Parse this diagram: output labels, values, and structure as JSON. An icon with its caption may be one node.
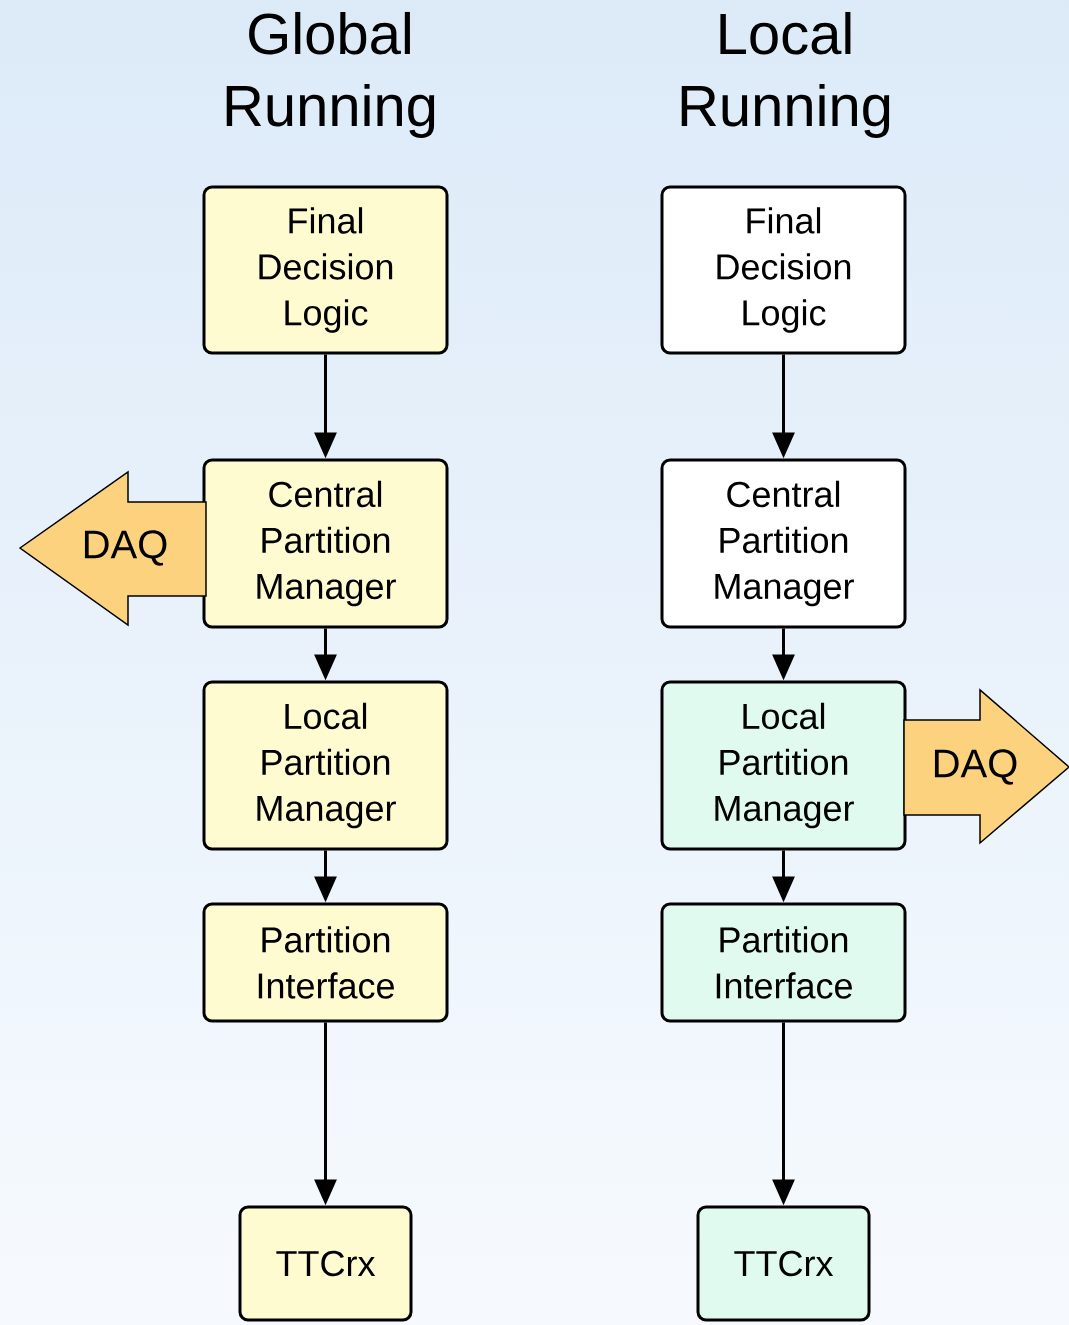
{
  "diagram": {
    "nodes": [
      {
        "text": [
          "Final Decision Logic"
        ]
      },
      {
        "text": [
          "Central Partition Manager"
        ]
      },
      {
        "text": [
          "Local Partition Manager"
        ]
      },
      {
        "text": [
          "Partition Interface"
        ]
      },
      {
        "text": [
          "TTCrx"
        ]
      },
      {
        "text": [
          "DAQ"
        ]
      },
      {
        "text": [
          "Final Decision Logic"
        ]
      },
      {
        "text": [
          "Central Partition Manager"
        ]
      },
      {
        "text": [
          "Local Partition Manager"
        ]
      },
      {
        "text": [
          "Partition Interface"
        ]
      },
      {
        "text": [
          "TTCrx"
        ]
      },
      {
        "text": [
          "DAQ"
        ]
      }
    ],
    "edges": [
      {
        "from": 0,
        "to": 1,
        "arrow": "to"
      },
      {
        "from": 1,
        "to": 2,
        "arrow": "to"
      },
      {
        "from": 2,
        "to": 3,
        "arrow": "to"
      },
      {
        "from": 3,
        "to": 4,
        "arrow": "to"
      },
      {
        "from": 6,
        "to": 7,
        "arrow": "to"
      },
      {
        "from": 7,
        "to": 8,
        "arrow": "to"
      },
      {
        "from": 8,
        "to": 9,
        "arrow": "to"
      },
      {
        "from": 9,
        "to": 10,
        "arrow": "to"
      }
    ],
    "labels": [
      "Global Running",
      "Local Running"
    ]
  }
}
